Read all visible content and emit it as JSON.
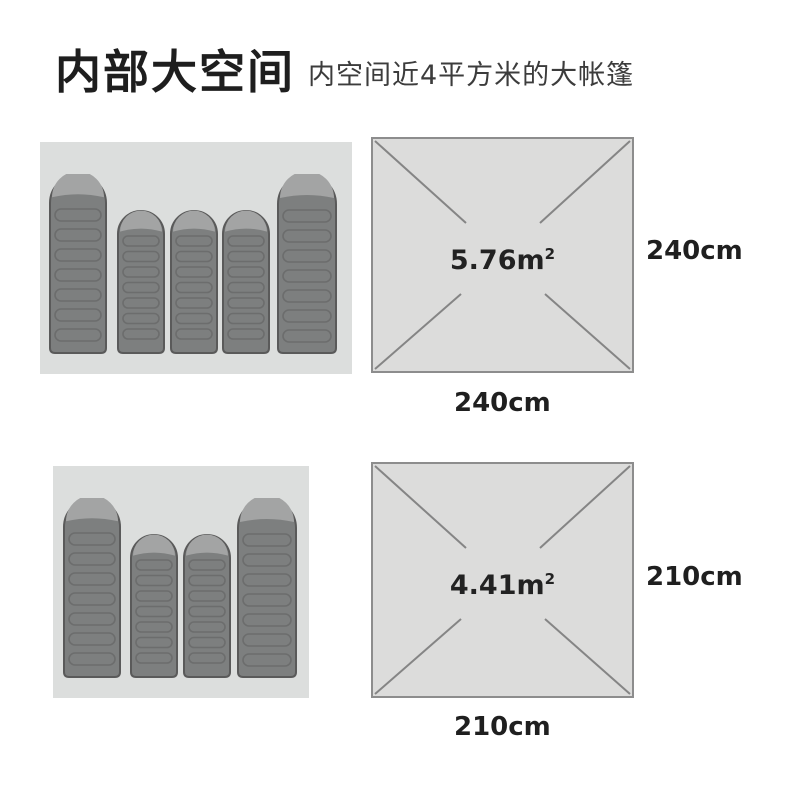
{
  "header": {
    "title": "内部大空间",
    "subtitle": "内空间近4平方米的大帐篷"
  },
  "colors": {
    "panel_bg": "#dcdedd",
    "bag_fill": "#7d7f7f",
    "bag_stroke": "#5a5a5a",
    "bag_hood": "#a3a4a4",
    "floor_bg": "#dcdcdb",
    "floor_line": "#858585"
  },
  "tents": [
    {
      "sleeping_bags": 5,
      "area_value": "5.76m",
      "area_sup": "2",
      "width_label": "240cm",
      "depth_label": "240cm"
    },
    {
      "sleeping_bags": 4,
      "area_value": "4.41m",
      "area_sup": "2",
      "width_label": "210cm",
      "depth_label": "210cm"
    }
  ]
}
